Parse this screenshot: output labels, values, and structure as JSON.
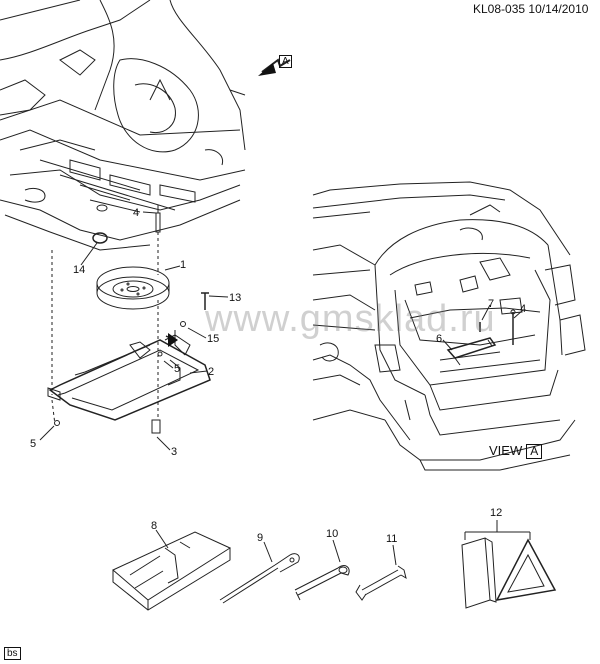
{
  "header": {
    "ref_code": "KL08-035",
    "date": "10/14/2010"
  },
  "view_arrow_letter": "A",
  "view_caption": {
    "label": "VIEW",
    "letter": "A"
  },
  "watermark": "www.gmsklad.ru",
  "corner_tag": "bs",
  "callouts": [
    "1",
    "2",
    "3",
    "4",
    "5",
    "5",
    "6",
    "7",
    "4",
    "8",
    "9",
    "10",
    "11",
    "12",
    "13",
    "14",
    "15"
  ]
}
